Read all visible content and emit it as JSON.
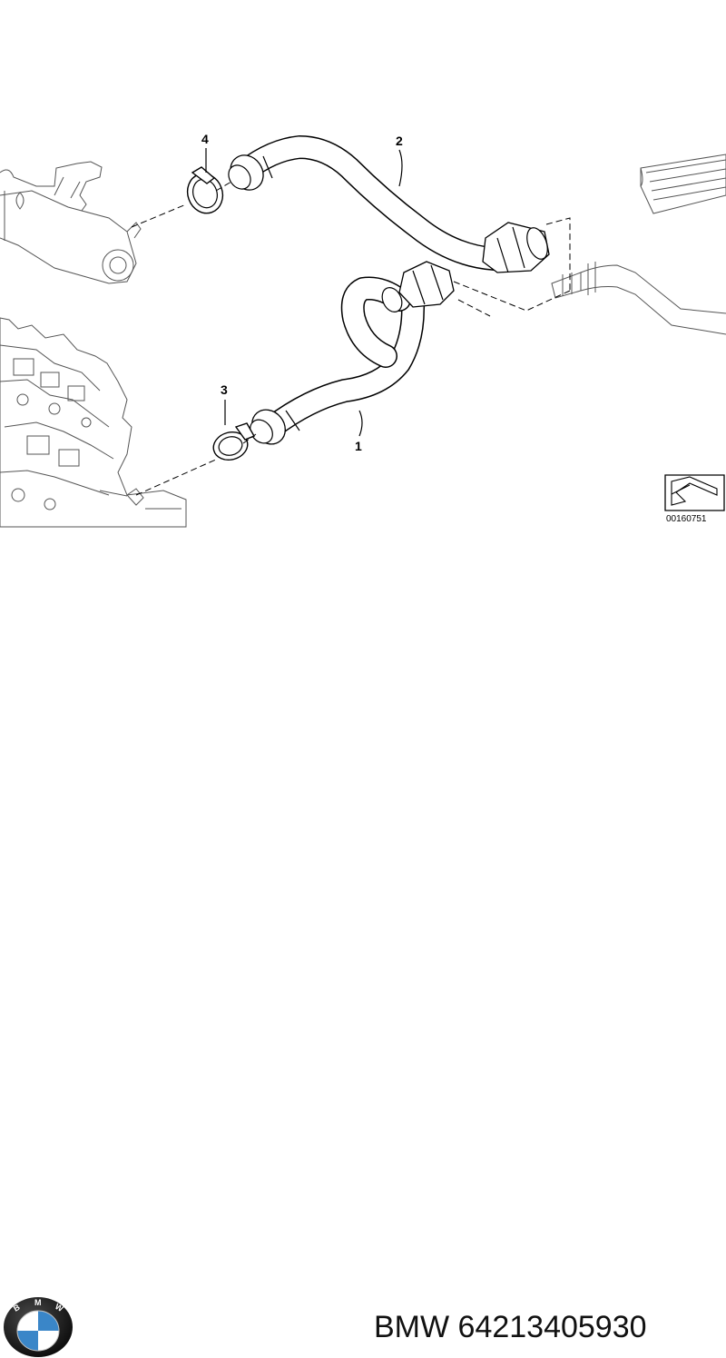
{
  "diagram": {
    "callouts": [
      "1",
      "2",
      "3",
      "4"
    ],
    "document_number": "00160751",
    "icons": [
      "engine-block-illustration",
      "coolant-tank-illustration",
      "heater-core-illustration",
      "hose-1",
      "hose-2",
      "hose-clamp-3",
      "hose-clamp-4",
      "view-direction-arrow-icon"
    ]
  },
  "footer": {
    "brand_logo": "bmw-roundel-logo",
    "logo_letters": "BMW",
    "part_label": "BMW 64213405930",
    "colors": {
      "logo_blue": "#3a86c8",
      "logo_black": "#111111"
    }
  }
}
